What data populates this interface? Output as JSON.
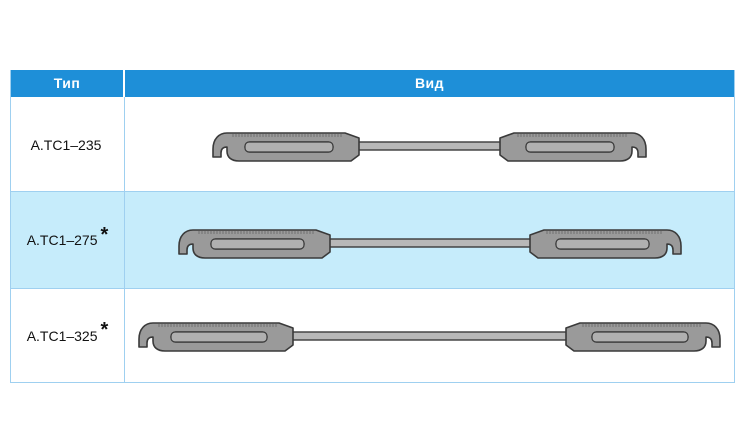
{
  "table": {
    "header": {
      "type": "Тип",
      "view": "Вид"
    },
    "rows": [
      {
        "type": "A.TC1–235",
        "star": "",
        "highlighted": false
      },
      {
        "type": "A.TC1–275",
        "star": "*",
        "highlighted": true
      },
      {
        "type": "A.TC1–325",
        "star": "*",
        "highlighted": false
      }
    ]
  },
  "colors": {
    "header": "#1e8fd8",
    "row_highlight": "#c6ecfb",
    "grid": "#9fd0f0",
    "part_fill": "#9a9a9a",
    "part_stroke": "#3a3a3a"
  }
}
